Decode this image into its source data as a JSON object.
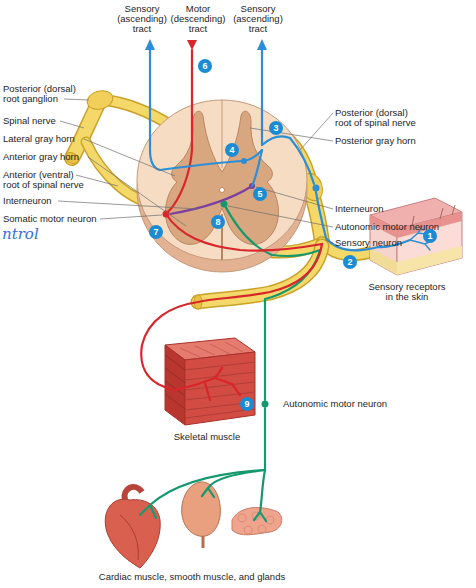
{
  "diagram": {
    "labels": [
      "Sensory (ascending) tract",
      "Motor (descending) tract",
      "Sensory (ascending) tract",
      "6",
      "Posterior (dorsal) root ganglion",
      "Posterior (dorsal) root of spinal nerve",
      "Spinal nerve",
      "3",
      "Lateral gray horn",
      "Posterior gray horn",
      "Anterior gray horn",
      "4",
      "Anterior (ventral) root of spinal nerve",
      "5",
      "Interneuron",
      "Interneuron",
      "8",
      "Somatic motor neuron",
      "7",
      "Autonomic motor neuron",
      "ntrol",
      "Sensory neuron",
      "1",
      "2",
      "Sensory receptors in the skin",
      "9",
      "Autonomic motor neuron",
      "Skeletal muscle",
      "Cardiac muscle, smooth muscle, and glands"
    ]
  }
}
